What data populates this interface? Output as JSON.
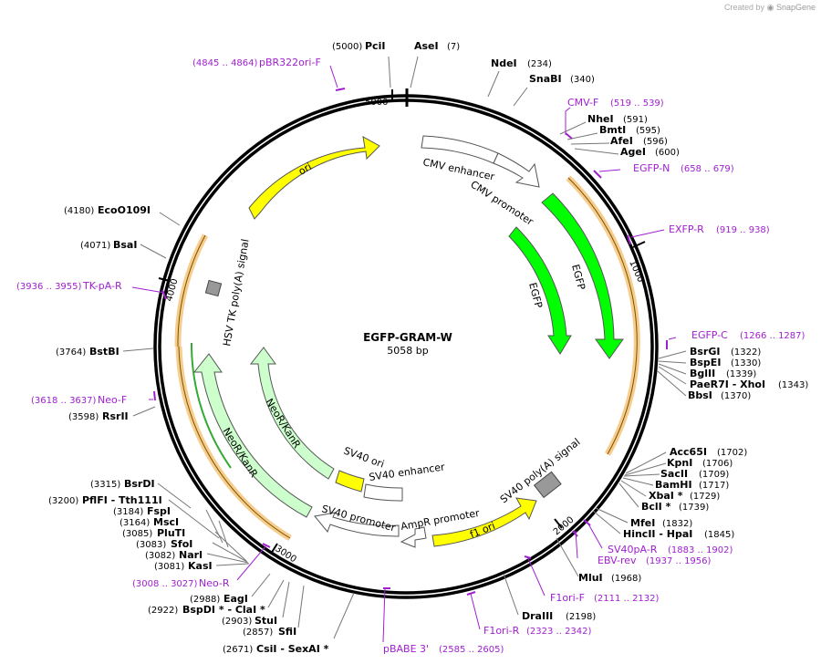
{
  "credit": {
    "prefix": "Created by",
    "brand": "SnapGene"
  },
  "plasmid": {
    "name": "EGFP-GRAM-W",
    "length": "5058 bp"
  },
  "ticks": [
    "1000",
    "2000",
    "3000",
    "4000",
    "5000"
  ],
  "features": [
    {
      "label": "ori",
      "color": "#ffff00"
    },
    {
      "label": "CMV enhancer",
      "color": "#ffffff"
    },
    {
      "label": "CMV promoter",
      "color": "#ffffff"
    },
    {
      "label": "EGFP",
      "color": "#00ff00"
    },
    {
      "label": "EGFP",
      "color": "#00ff00"
    },
    {
      "label": "HSV TK poly(A) signal",
      "color": "#999999"
    },
    {
      "label": "NeoR/KanR",
      "color": "#ccffcc"
    },
    {
      "label": "NeoR/KanR",
      "color": "#ccffcc"
    },
    {
      "label": "SV40 ori",
      "color": "#ffff00"
    },
    {
      "label": "SV40 enhancer",
      "color": "#ffffff"
    },
    {
      "label": "SV40 promoter",
      "color": "#ffffff"
    },
    {
      "label": "AmpR promoter",
      "color": "#ffffff"
    },
    {
      "label": "f1 ori",
      "color": "#ffff00"
    },
    {
      "label": "SV40 poly(A) signal",
      "color": "#999999"
    }
  ],
  "enzymes": [
    {
      "name": "PciI",
      "pos": "(5000)"
    },
    {
      "name": "AseI",
      "pos": "(7)"
    },
    {
      "name": "NdeI",
      "pos": "(234)"
    },
    {
      "name": "SnaBI",
      "pos": "(340)"
    },
    {
      "name": "NheI",
      "pos": "(591)"
    },
    {
      "name": "BmtI",
      "pos": "(595)"
    },
    {
      "name": "AfeI",
      "pos": "(596)"
    },
    {
      "name": "AgeI",
      "pos": "(600)"
    },
    {
      "name": "BsrGI",
      "pos": "(1322)"
    },
    {
      "name": "BspEI",
      "pos": "(1330)"
    },
    {
      "name": "BglII",
      "pos": "(1339)"
    },
    {
      "name": "PaeR7I  - XhoI",
      "pos": "(1343)"
    },
    {
      "name": "BbsI",
      "pos": "(1370)"
    },
    {
      "name": "Acc65I",
      "pos": "(1702)"
    },
    {
      "name": "KpnI",
      "pos": "(1706)"
    },
    {
      "name": "SacII",
      "pos": "(1709)"
    },
    {
      "name": "BamHI",
      "pos": "(1717)"
    },
    {
      "name": "XbaI *",
      "pos": "(1729)"
    },
    {
      "name": "BclI *",
      "pos": "(1739)"
    },
    {
      "name": "MfeI",
      "pos": "(1832)"
    },
    {
      "name": "HincII  - HpaI",
      "pos": "(1845)"
    },
    {
      "name": "MluI",
      "pos": "(1968)"
    },
    {
      "name": "DraIII",
      "pos": "(2198)"
    },
    {
      "name": "CsiI  - SexAI *",
      "pos": "(2671)"
    },
    {
      "name": "SfiI",
      "pos": "(2857)"
    },
    {
      "name": "StuI",
      "pos": "(2903)"
    },
    {
      "name": "BspDI *  - ClaI *",
      "pos": "(2922)"
    },
    {
      "name": "EagI",
      "pos": "(2988)"
    },
    {
      "name": "KasI",
      "pos": "(3081)"
    },
    {
      "name": "NarI",
      "pos": "(3082)"
    },
    {
      "name": "SfoI",
      "pos": "(3083)"
    },
    {
      "name": "PluTI",
      "pos": "(3085)"
    },
    {
      "name": "MscI",
      "pos": "(3164)"
    },
    {
      "name": "FspI",
      "pos": "(3184)"
    },
    {
      "name": "PflFI  - Tth111I",
      "pos": "(3200)"
    },
    {
      "name": "BsrDI",
      "pos": "(3315)"
    },
    {
      "name": "RsrII",
      "pos": "(3598)"
    },
    {
      "name": "BstBI",
      "pos": "(3764)"
    },
    {
      "name": "BsaI",
      "pos": "(4071)"
    },
    {
      "name": "EcoO109I",
      "pos": "(4180)"
    }
  ],
  "primers": [
    {
      "name": "pBR322ori-F",
      "range": "(4845 .. 4864)"
    },
    {
      "name": "CMV-F",
      "range": "(519 .. 539)"
    },
    {
      "name": "EGFP-N",
      "range": "(658 .. 679)"
    },
    {
      "name": "EXFP-R",
      "range": "(919 .. 938)"
    },
    {
      "name": "EGFP-C",
      "range": "(1266 .. 1287)"
    },
    {
      "name": "SV40pA-R",
      "range": "(1883 .. 1902)"
    },
    {
      "name": "EBV-rev",
      "range": "(1937 .. 1956)"
    },
    {
      "name": "F1ori-F",
      "range": "(2111 .. 2132)"
    },
    {
      "name": "F1ori-R",
      "range": "(2323 .. 2342)"
    },
    {
      "name": "pBABE 3'",
      "range": "(2585 .. 2605)"
    },
    {
      "name": "Neo-R",
      "range": "(3008 .. 3027)"
    },
    {
      "name": "Neo-F",
      "range": "(3618 .. 3637)"
    },
    {
      "name": "TK-pA-R",
      "range": "(3936 .. 3955)"
    }
  ]
}
